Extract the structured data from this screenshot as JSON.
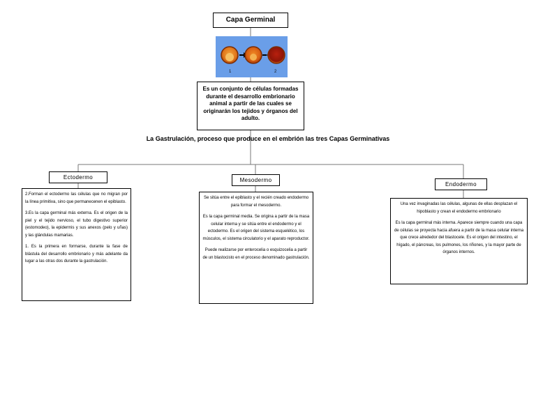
{
  "title": "Capa Germinal",
  "image": {
    "labels": [
      "1",
      "2"
    ],
    "background_color": "#6a9ee8"
  },
  "definition": "Es un conjunto de células formadas durante el desarrollo embrionario animal a partir de las cuales se originarán los tejidos y órganos del adulto.",
  "subtitle": "La Gastrulación, proceso que produce en el embrión las tres Capas Germinativas",
  "branches": [
    {
      "label": "Ectodermo",
      "paragraphs": [
        "2.Forman el ectodermo las células que no migran por la línea primitiva, sino que permanecenen el epiblasto.",
        "3.Es la capa germinal más externa. Es el origen de la piel y el tejido nervioso, el tubo digestivo superior (estomodeo), la epidermis y sus anexos (pelo y uñas) y las glándulas mamarias.",
        "1. Es la primera en formarse, durante la fase de blástula del desarrollo embrionario y más adelante da lugar a las otras dos durante la gastrulación."
      ]
    },
    {
      "label": "Mesodermo",
      "paragraphs": [
        "Se sitúa entre el epiblasto y el recién creado endodermo para formar el mesodermo.",
        "Es la capa germinal media. Se origina a partir de la masa celular interna y se sitúa entre el endodermo y el ectodermo. Es el origen del sistema esquelético, los músculos, el sistema circulatorio y el aparato reproductor.",
        "Puede realizarse por enterocelia o esquizocelia a partir de un blastocisto en el proceso denominado gastrulación."
      ]
    },
    {
      "label": "Endodermo",
      "paragraphs": [
        "Una vez invaginadas las células, algunas de ellas desplazan el hipoblasto y crean el endodermo embrionario",
        "Es la capa germinal más interna. Aparece siempre cuando una capa de células se proyecta hacia afuera a partir de la masa celular interna que crece alrededor del blastocele. Es el origen del intestino, el hígado, el páncreas, los pulmones, los riñones, y la mayor parte de órganos internos."
      ]
    }
  ]
}
